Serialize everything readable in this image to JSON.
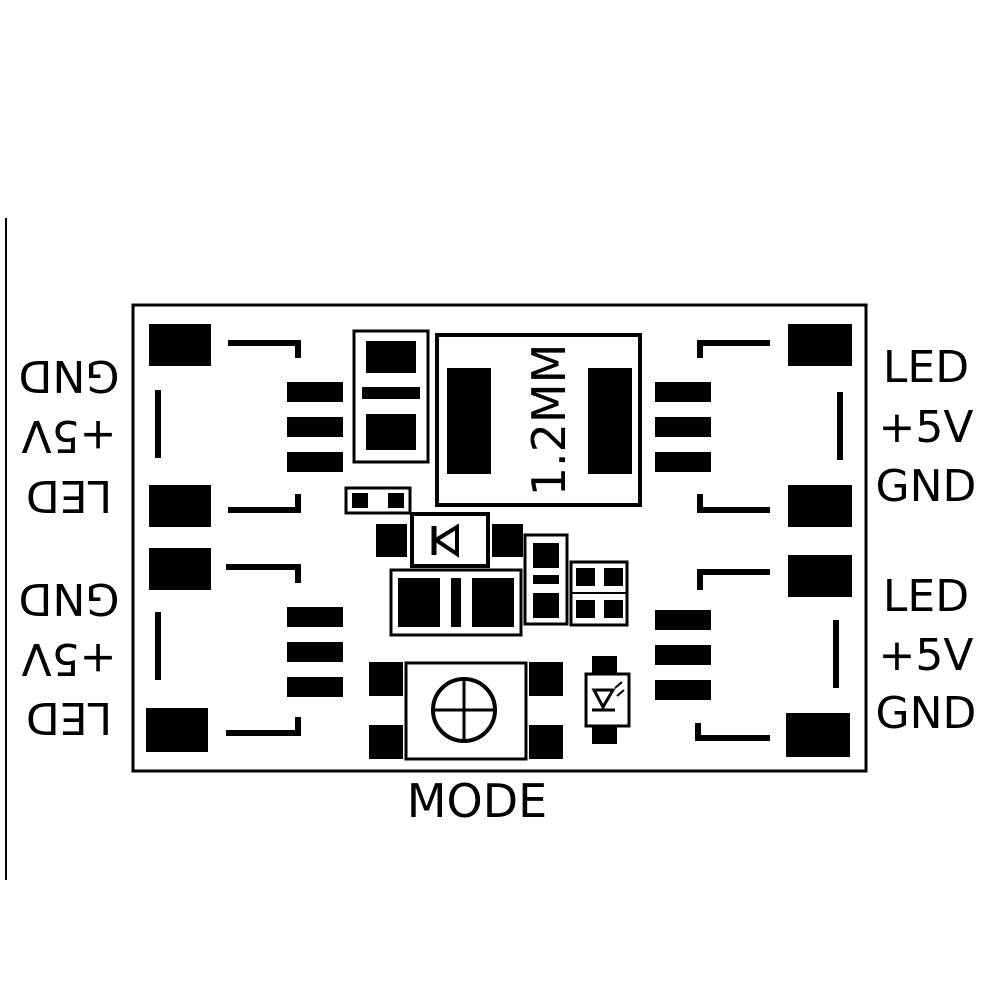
{
  "board": {
    "chip_label": "1.2MM",
    "button_label": "MODE"
  },
  "left_top_labels": [
    "GND",
    "+5V",
    "LED"
  ],
  "left_bottom_labels": [
    "GND",
    "+5V",
    "LED"
  ],
  "right_top_labels": [
    "LED",
    "+5V",
    "GND"
  ],
  "right_bottom_labels": [
    "LED",
    "+5V",
    "GND"
  ]
}
